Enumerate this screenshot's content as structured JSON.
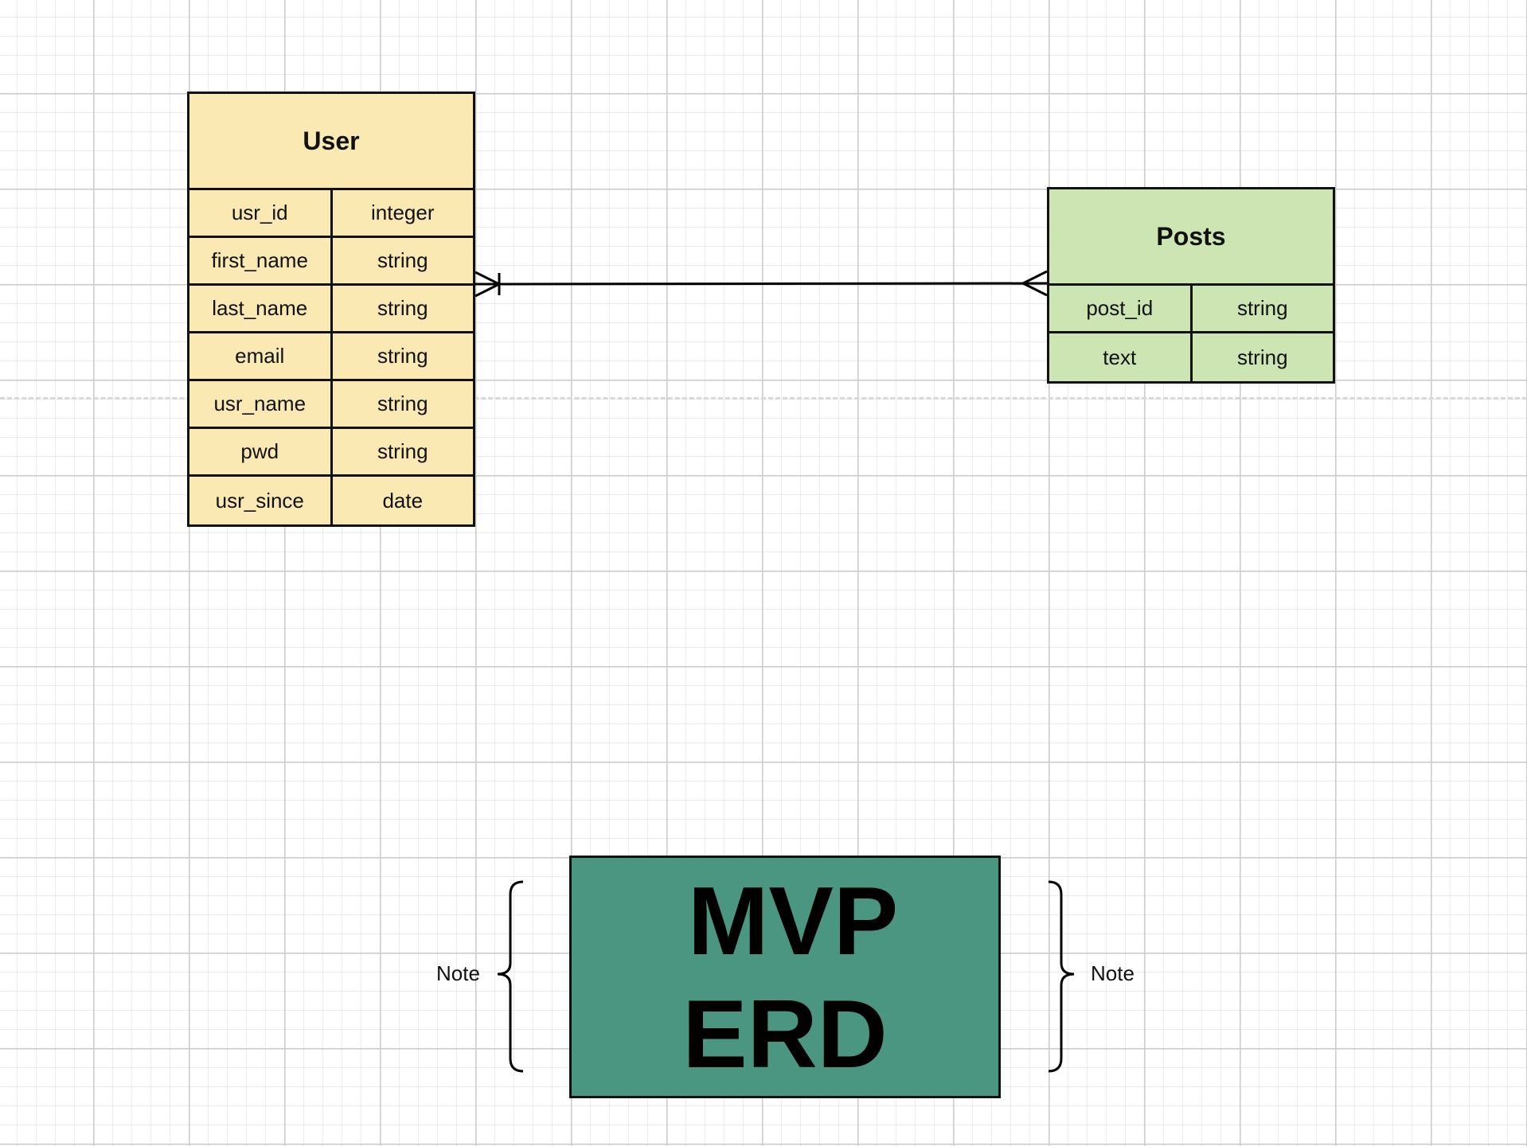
{
  "entities": {
    "user": {
      "title": "User",
      "color": "#fbe9b3",
      "fields": [
        {
          "name": "usr_id",
          "type": "integer"
        },
        {
          "name": "first_name",
          "type": "string"
        },
        {
          "name": "last_name",
          "type": "string"
        },
        {
          "name": "email",
          "type": "string"
        },
        {
          "name": "usr_name",
          "type": "string"
        },
        {
          "name": "pwd",
          "type": "string"
        },
        {
          "name": "usr_since",
          "type": "date"
        }
      ]
    },
    "posts": {
      "title": "Posts",
      "color": "#cde5b2",
      "fields": [
        {
          "name": "post_id",
          "type": "string"
        },
        {
          "name": "text",
          "type": "string"
        }
      ]
    }
  },
  "relationship": {
    "from": "User",
    "to": "Posts",
    "from_end": "one-or-many",
    "to_end": "many"
  },
  "title_box": {
    "line1": "MVP",
    "line2": "ERD",
    "color": "#4a9680"
  },
  "notes": {
    "left": "Note",
    "right": "Note"
  }
}
